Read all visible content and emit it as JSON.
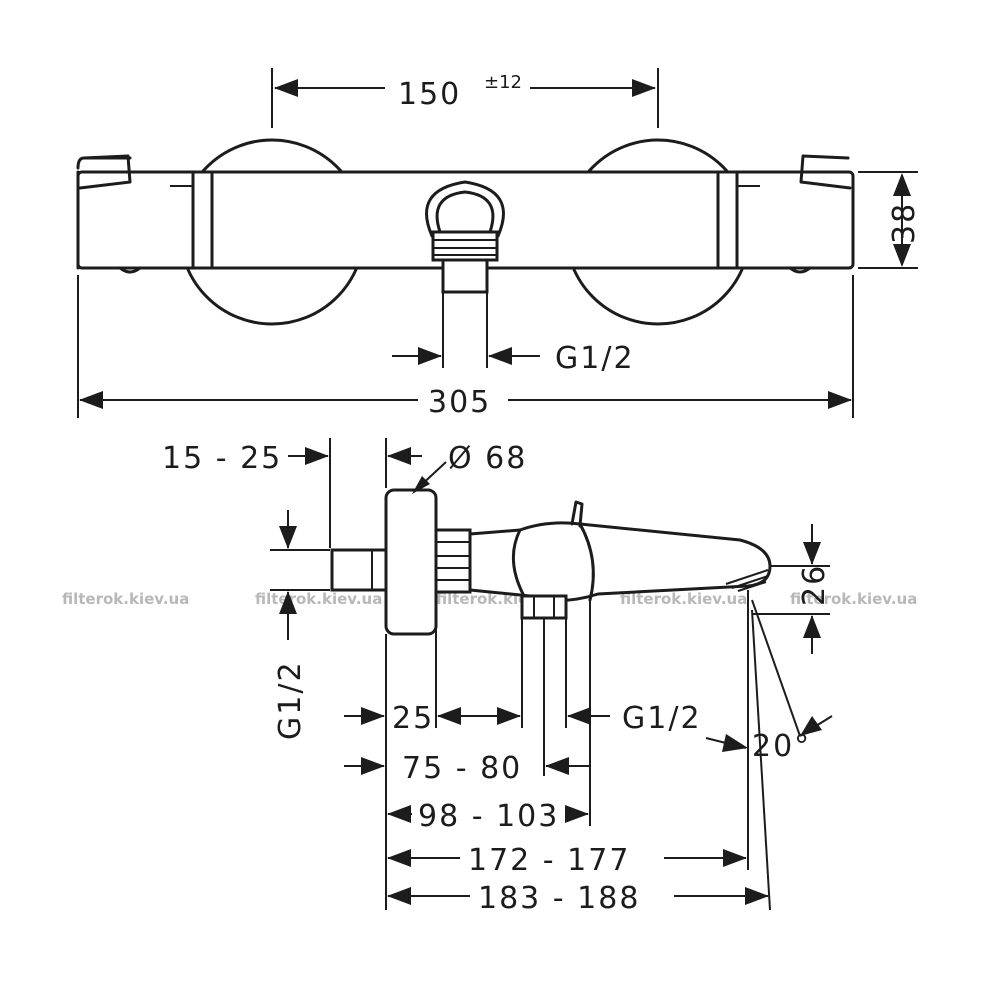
{
  "top_view": {
    "center_distance": "150",
    "center_tolerance": "±12",
    "height": "38",
    "outlet_thread": "G1/2",
    "overall_width": "305"
  },
  "side_view": {
    "wall_projection": "15 - 25",
    "escutcheon_diameter": "Ø 68",
    "inlet_thread": "G1/2",
    "spout_height": "26",
    "dim_25": "25",
    "bottom_thread": "G1/2",
    "spout_angle": "20°",
    "dim_75_80": "75 - 80",
    "dim_98_103": "98 - 103",
    "dim_172_177": "172 - 177",
    "dim_183_188": "183 - 188"
  },
  "watermarks": [
    "filterok.kiev.ua",
    "filterok.kiev.ua",
    "filterok.kiev.ua",
    "filterok.kiev.ua",
    "filterok.kiev.ua"
  ]
}
